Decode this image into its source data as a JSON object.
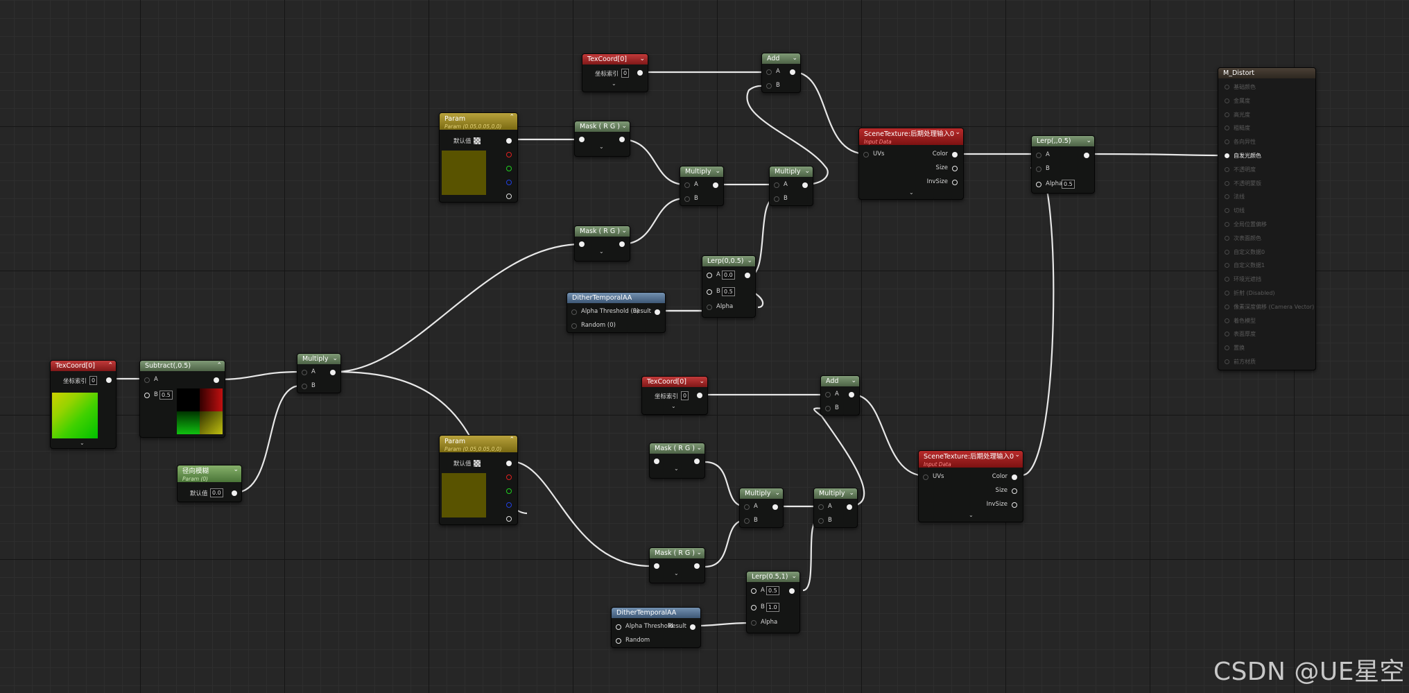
{
  "nodes": {
    "texcoord_left": {
      "title": "TexCoord[0]",
      "index_label": "坐标索引",
      "index_value": "0"
    },
    "subtract": {
      "title": "Subtract(,0.5)",
      "pin_a": "A",
      "pin_b": "B",
      "b_value": "0.5"
    },
    "multiply_left": {
      "title": "Multiply",
      "pin_a": "A",
      "pin_b": "B"
    },
    "radial_param": {
      "title": "径向模糊",
      "subtitle": "Param (0)",
      "default_label": "默认值",
      "default_value": "0.0"
    },
    "param_top": {
      "title": "Param",
      "subtitle": "Param (0.05,0.05,0,0)",
      "default_label": "默认值"
    },
    "param_bottom": {
      "title": "Param",
      "subtitle": "Param (0.05,0.05,0,0)",
      "default_label": "默认值"
    },
    "mask_top1": {
      "title": "Mask ( R G )"
    },
    "mask_top2": {
      "title": "Mask ( R G )"
    },
    "mask_bot1": {
      "title": "Mask ( R G )"
    },
    "mask_bot2": {
      "title": "Mask ( R G )"
    },
    "multiply_t1": {
      "title": "Multiply",
      "pin_a": "A",
      "pin_b": "B"
    },
    "multiply_t2": {
      "title": "Multiply",
      "pin_a": "A",
      "pin_b": "B"
    },
    "multiply_b1": {
      "title": "Multiply",
      "pin_a": "A",
      "pin_b": "B"
    },
    "multiply_b2": {
      "title": "Multiply",
      "pin_a": "A",
      "pin_b": "B"
    },
    "texcoord_top": {
      "title": "TexCoord[0]",
      "index_label": "坐标索引",
      "index_value": "0"
    },
    "texcoord_mid": {
      "title": "TexCoord[0]",
      "index_label": "坐标索引",
      "index_value": "0"
    },
    "add_top": {
      "title": "Add",
      "pin_a": "A",
      "pin_b": "B"
    },
    "add_bottom": {
      "title": "Add",
      "pin_a": "A",
      "pin_b": "B"
    },
    "lerp_top": {
      "title": "Lerp(0,0.5)",
      "pin_a": "A",
      "a_value": "0.0",
      "pin_b": "B",
      "b_value": "0.5",
      "pin_alpha": "Alpha"
    },
    "lerp_bottom": {
      "title": "Lerp(0.5,1)",
      "pin_a": "A",
      "a_value": "0.5",
      "pin_b": "B",
      "b_value": "1.0",
      "pin_alpha": "Alpha"
    },
    "dither_top": {
      "title": "DitherTemporalAA",
      "in1": "Alpha Threshold (0)",
      "in2": "Random (0)",
      "out": "Result"
    },
    "dither_bottom": {
      "title": "DitherTemporalAA",
      "in1": "Alpha Threshold",
      "in2": "Random",
      "out": "Result"
    },
    "scene_top": {
      "title": "SceneTexture:后期处理输入0",
      "subtitle": "Input Data",
      "in_uvs": "UVs",
      "out_color": "Color",
      "out_size": "Size",
      "out_invsize": "InvSize"
    },
    "scene_bottom": {
      "title": "SceneTexture:后期处理输入0",
      "subtitle": "Input Data",
      "in_uvs": "UVs",
      "out_color": "Color",
      "out_size": "Size",
      "out_invsize": "InvSize"
    },
    "lerp_final": {
      "title": "Lerp(,,0.5)",
      "pin_a": "A",
      "pin_b": "B",
      "pin_alpha": "Alpha",
      "alpha_value": "0.5"
    }
  },
  "result_node": {
    "title": "M_Distort",
    "pins": [
      {
        "label": "基础颜色",
        "active": false
      },
      {
        "label": "金属度",
        "active": false
      },
      {
        "label": "高光度",
        "active": false
      },
      {
        "label": "粗糙度",
        "active": false
      },
      {
        "label": "各向异性",
        "active": false
      },
      {
        "label": "自发光颜色",
        "active": true
      },
      {
        "label": "不透明度",
        "active": false
      },
      {
        "label": "不透明蒙版",
        "active": false
      },
      {
        "label": "法线",
        "active": false
      },
      {
        "label": "切线",
        "active": false
      },
      {
        "label": "全局位置偏移",
        "active": false
      },
      {
        "label": "次表面颜色",
        "active": false
      },
      {
        "label": "自定义数据0",
        "active": false
      },
      {
        "label": "自定义数据1",
        "active": false
      },
      {
        "label": "环境光遮挡",
        "active": false
      },
      {
        "label": "折射 (Disabled)",
        "active": false
      },
      {
        "label": "像素深度偏移 (Camera Vector)",
        "active": false
      },
      {
        "label": "着色模型",
        "active": false
      },
      {
        "label": "表面厚度",
        "active": false
      },
      {
        "label": "置换",
        "active": false
      },
      {
        "label": "前方材质",
        "active": false
      }
    ]
  },
  "watermark": "CSDN @UE星空",
  "colors": {
    "grid_bg": "#262626",
    "wire": "#e8e8e8",
    "math_header": "#5e7a56",
    "texture_header": "#a22a2a",
    "param_header": "#9a8420"
  }
}
